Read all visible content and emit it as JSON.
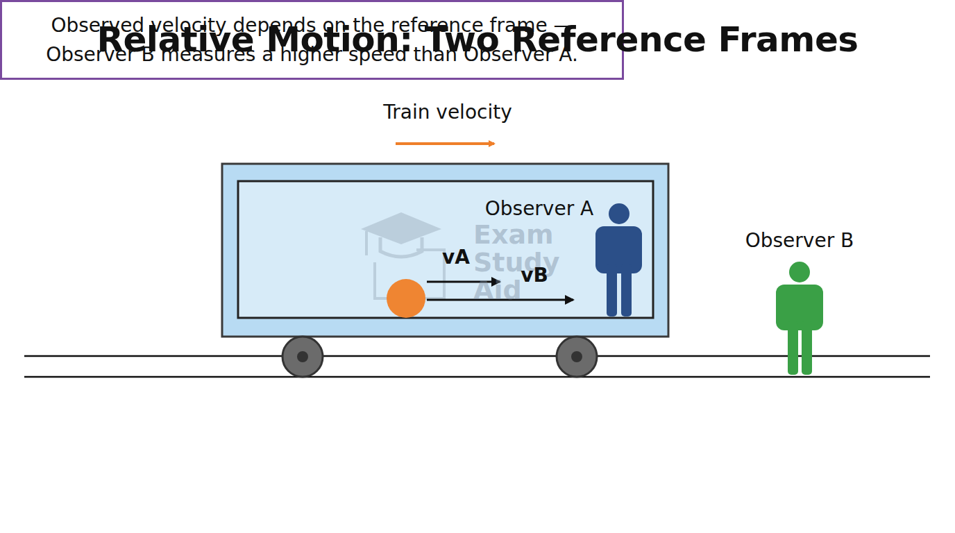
{
  "diagram": {
    "title": "Relative Motion: Two Reference Frames",
    "caption": "Observed velocity depends on the reference frame — Observer B measures a higher speed than Observer A.",
    "labels": [
      "Train velocity",
      "Exam Study Aid",
      "Observer A",
      "vA",
      "vB",
      "Observer B"
    ]
  }
}
